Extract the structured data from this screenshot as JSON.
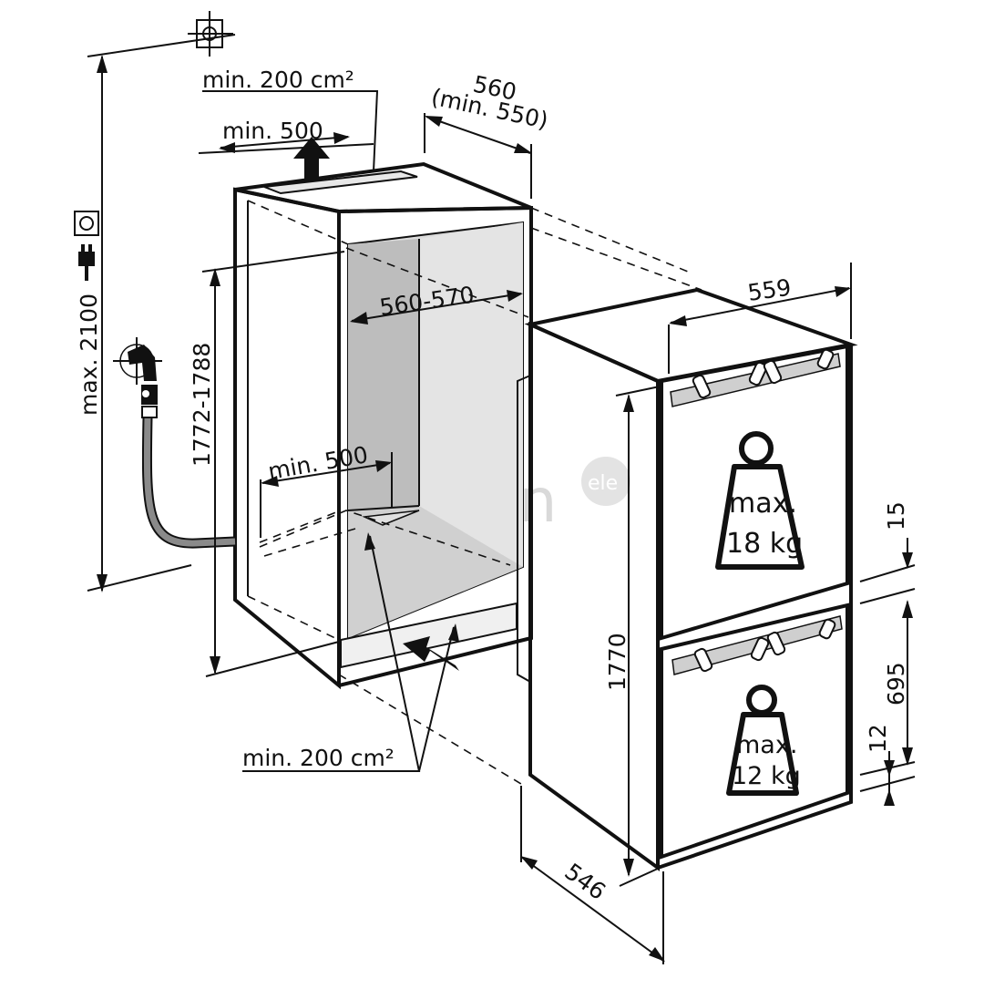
{
  "diagram": {
    "labels": {
      "top_vent_area": "min. 200 cm²",
      "top_vent_depth": "min. 500",
      "niche_depth": "560",
      "niche_depth_min": "(min. 550)",
      "max_height": "max. 2100",
      "niche_height": "1772-1788",
      "niche_width": "560-570",
      "floor_vent_depth": "min. 500",
      "bottom_vent_area": "min. 200 cm²",
      "appliance_width": "559",
      "appliance_height": "1770",
      "appliance_depth": "546",
      "gap_upper": "15",
      "door_height_lower": "695",
      "gap_lower": "12"
    },
    "weights": {
      "upper_line1": "max.",
      "upper_line2": "18 kg",
      "lower_line1": "max.",
      "lower_line2": "12 kg"
    },
    "watermark": "elesen",
    "watermark_logo": "ele",
    "icons": [
      "target-cross-icon",
      "power-socket-icon",
      "power-plug-icon",
      "water-tap-icon",
      "weight-icon"
    ]
  }
}
